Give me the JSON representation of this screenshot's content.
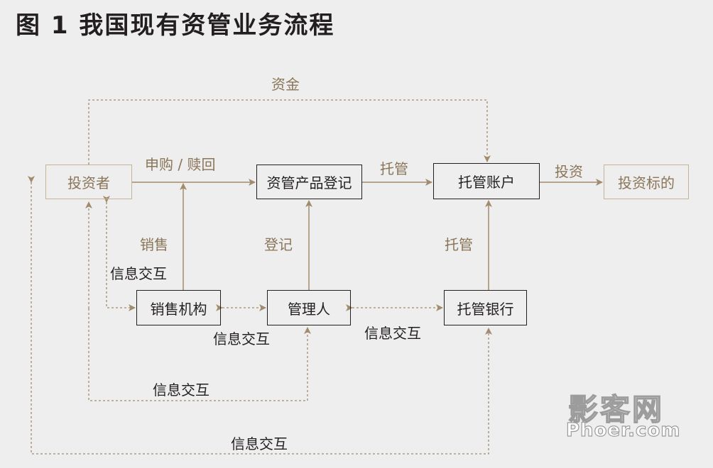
{
  "title": "图 1  我国现有资管业务流程",
  "nodes": {
    "investor": "投资者",
    "product_registration": "资管产品登记",
    "custody_account": "托管账户",
    "investment_target": "投资标的",
    "sales_agency": "销售机构",
    "manager": "管理人",
    "custodian_bank": "托管银行"
  },
  "edge_labels": {
    "funds": "资金",
    "subscribe_redeem": "申购 / 赎回",
    "custody_top": "托管",
    "invest": "投资",
    "sales": "销售",
    "register": "登记",
    "custody_vertical": "托管",
    "info_exchange_left": "信息交互",
    "info_exchange_sales_manager": "信息交互",
    "info_exchange_manager_bank": "信息交互",
    "info_exchange_investor_manager": "信息交互",
    "info_exchange_investor_bank": "信息交互"
  },
  "watermark": {
    "chinese": "影客网",
    "english": "Phoer.com"
  },
  "colors": {
    "background": "#eeeeee",
    "gold": "#8a7558",
    "line_gold": "#a08c6c",
    "dark": "#231f20"
  }
}
